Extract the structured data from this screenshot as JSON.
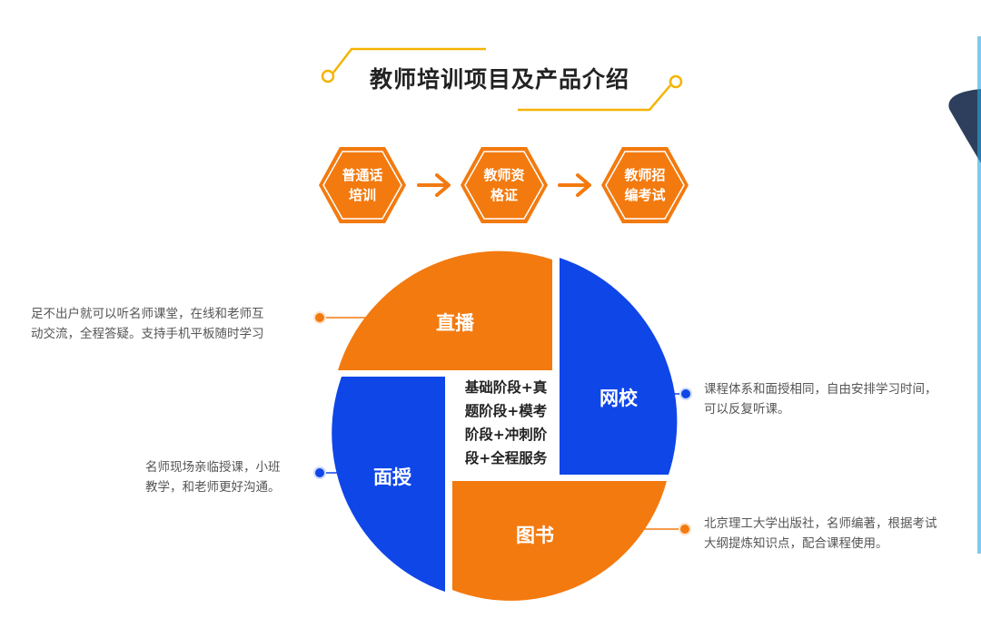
{
  "title": "教师培训项目及产品介绍",
  "steps": [
    {
      "line1": "普通话",
      "line2": "培训"
    },
    {
      "line1": "教师资",
      "line2": "格证"
    },
    {
      "line1": "教师招",
      "line2": "编考试"
    }
  ],
  "quadrants": {
    "live": {
      "label": "直播",
      "color": "#f37a0f"
    },
    "online": {
      "label": "网校",
      "color": "#0f46e8"
    },
    "face": {
      "label": "面授",
      "color": "#0f46e8"
    },
    "books": {
      "label": "图书",
      "color": "#f37a0f"
    }
  },
  "center_text": [
    "基础阶段+真",
    "题阶段+模考",
    "阶段+冲刺阶",
    "段+全程服务"
  ],
  "descriptions": {
    "live": [
      "足不出户就可以听名师课堂，在线和老师互",
      "动交流，全程答疑。支持手机平板随时学习"
    ],
    "online": [
      "课程体系和面授相同，自由安排学习时间，",
      "可以反复听课。"
    ],
    "face": [
      "名师现场亲临授课，小班",
      "教学，和老师更好沟通。"
    ],
    "books": [
      "北京理工大学出版社，名师编著，根据考试",
      "大纲提炼知识点，配合课程使用。"
    ]
  },
  "colors": {
    "orange": "#f37a0f",
    "blue": "#0f46e8",
    "gold": "#f5b400"
  }
}
